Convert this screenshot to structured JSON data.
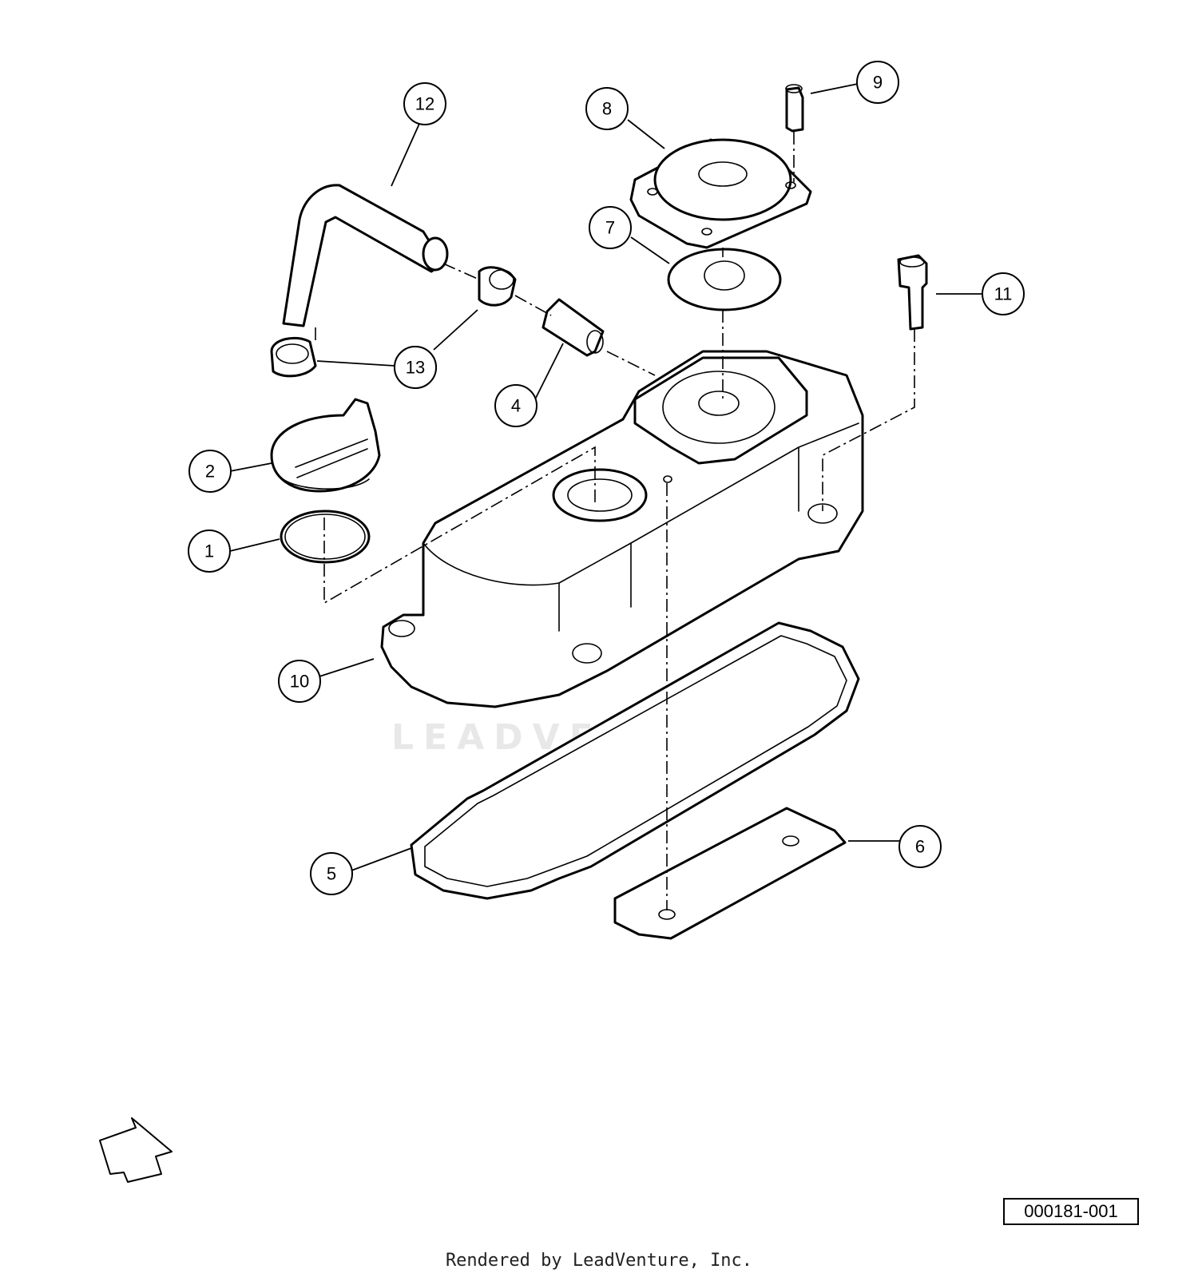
{
  "watermark": "LEADVENTURE",
  "callouts": [
    "1",
    "2",
    "4",
    "5",
    "6",
    "7",
    "8",
    "9",
    "10",
    "11",
    "12",
    "13",
    "13"
  ],
  "drawing_number": "000181-001",
  "render_credit": "Rendered by LeadVenture, Inc."
}
